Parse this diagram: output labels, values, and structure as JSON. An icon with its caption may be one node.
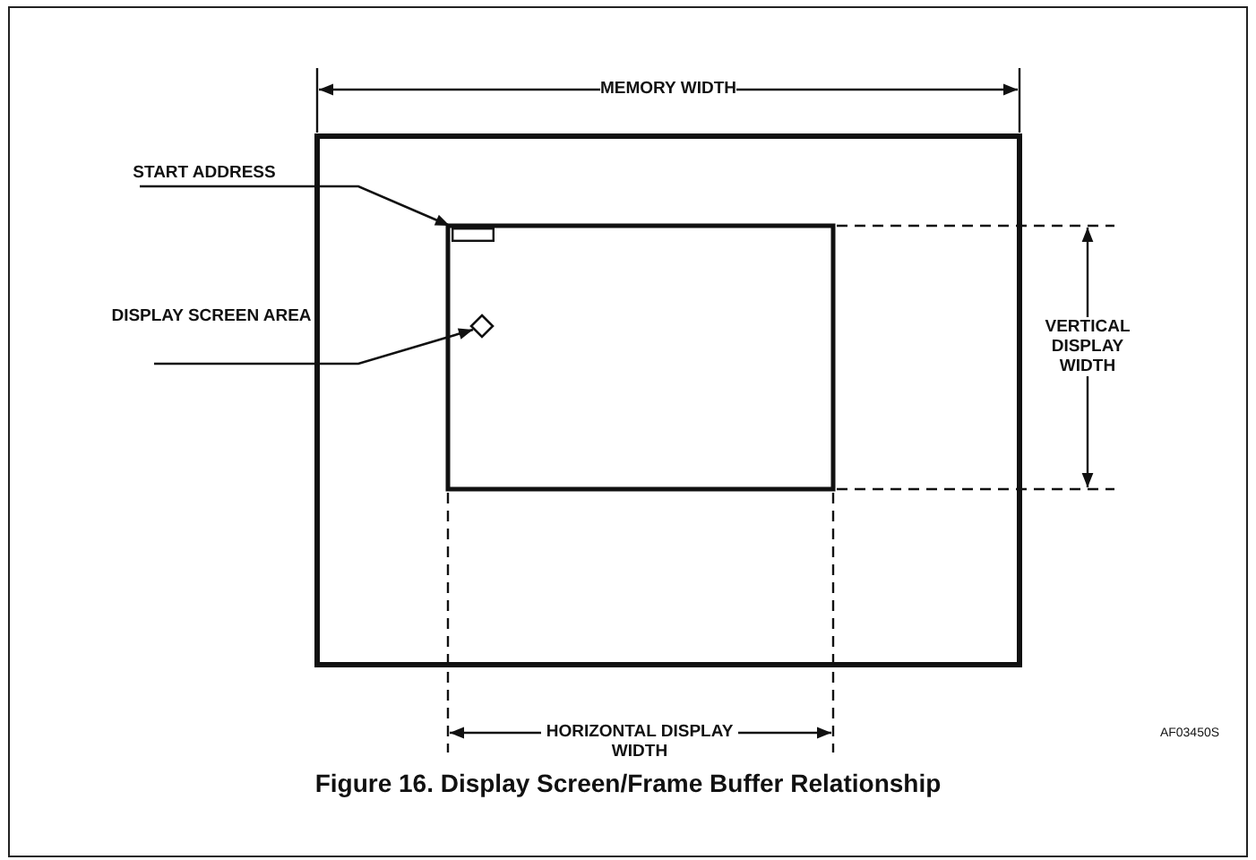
{
  "diagram": {
    "caption": "Figure 16. Display Screen/Frame Buffer Relationship",
    "nodes": [
      {
        "text": [
          "START ADDRESS"
        ]
      },
      {
        "text": [],
        "shape": "box"
      },
      {
        "text": [
          "DISPLAY SCREEN AREA"
        ]
      },
      {
        "text": [],
        "shape": "diamond"
      }
    ],
    "edges": [
      {
        "from": 0,
        "to": 1,
        "arrow": "to"
      },
      {
        "from": 2,
        "to": 3,
        "arrow": "to"
      }
    ],
    "labels": [
      "MEMORY WIDTH",
      "VERTICAL DISPLAY WIDTH",
      "HORIZONTAL DISPLAY WIDTH",
      "AF03450S"
    ]
  }
}
